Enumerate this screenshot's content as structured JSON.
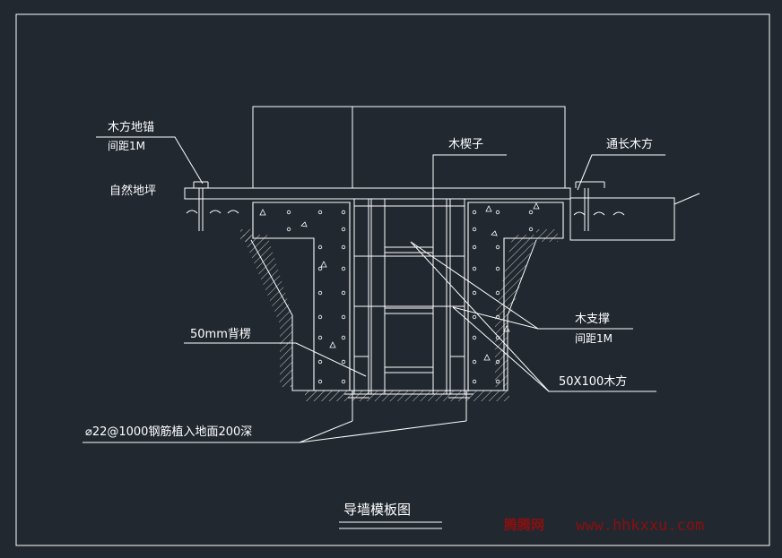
{
  "drawing": {
    "title": "导墙模板图",
    "labels": {
      "anchor_line1": "木方地锚",
      "anchor_line2": "间距1M",
      "natural_ground": "自然地坪",
      "wedge": "木楔子",
      "long_timber": "通长木方",
      "support_line1": "木支撑",
      "support_line2": "间距1M",
      "backing": "50mm背楞",
      "timber_size": "50X100木方",
      "rebar": "⌀22@1000钢筋植入地面200深"
    },
    "watermark": {
      "cn": "腾腾网",
      "url": "www.hhkxxu.com"
    }
  },
  "colors": {
    "background": "#212830",
    "line": "#ffffff",
    "watermark": "#8a1010"
  }
}
